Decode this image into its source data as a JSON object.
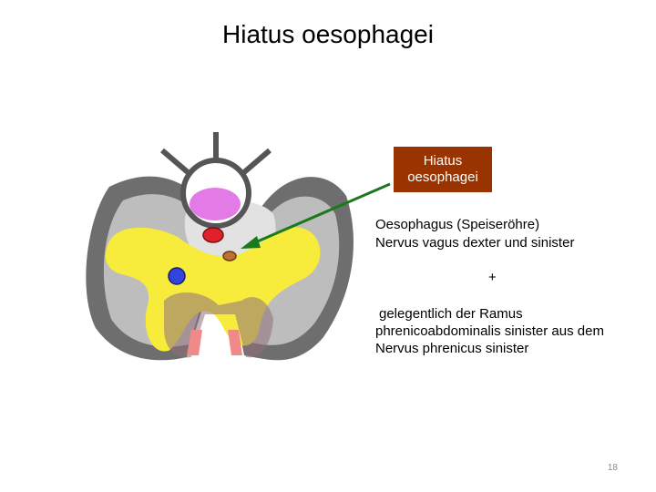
{
  "slide": {
    "title": "Hiatus oesophagei",
    "label_box": {
      "line1": "Hiatus",
      "line2": "oesophagei"
    },
    "contents": [
      "Oesophagus (Speiseröhre)",
      "Nervus vagus dexter und sinister",
      "+",
      "gelegentlich der Ramus",
      "phrenicoabdominalis sinister aus dem",
      "Nervus phrenicus sinister"
    ],
    "page_number": "18"
  },
  "colors": {
    "label_box": "#993300",
    "arrow": "#1a7a1a",
    "muscle_outer": "#6e6e6e",
    "muscle_inner": "#bdbdbd",
    "hiatus_zone": "#e2e2e2",
    "yellow_region": "#f7ec3c",
    "oesophagus": "#e37be6",
    "aorta_like": "#e0202a",
    "nerve_dot": "#c07030",
    "blue_vessel": "#3344dd",
    "crura": "#f08a8a",
    "muscle_shadow": "#8f6f7a"
  }
}
